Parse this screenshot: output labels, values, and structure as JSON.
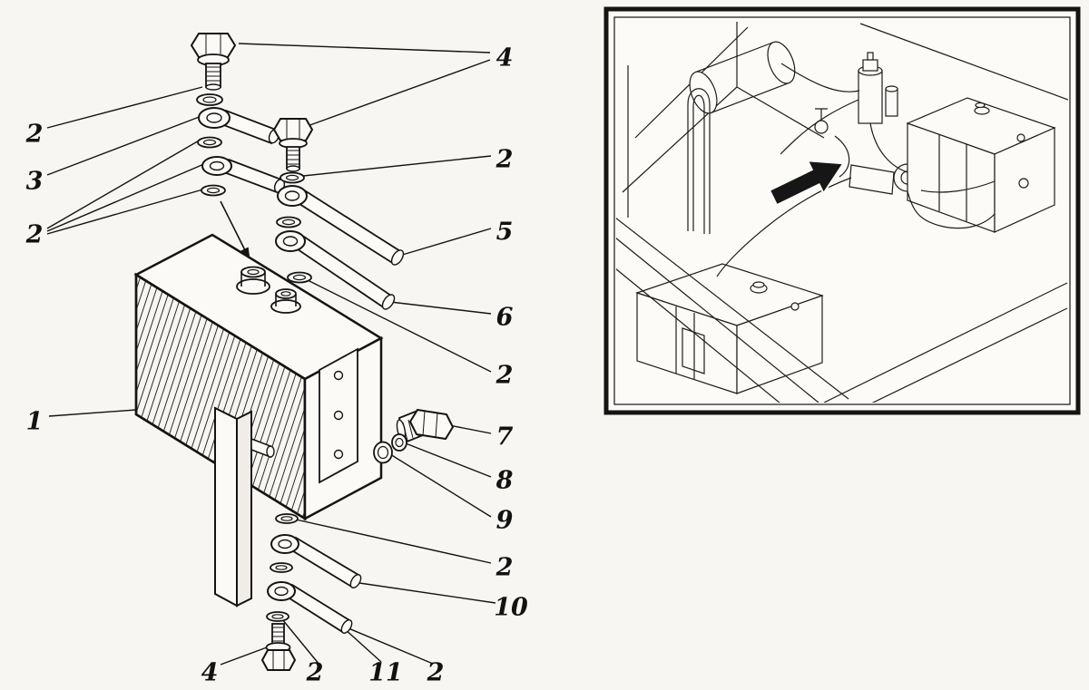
{
  "diagram": {
    "type": "exploded-parts-diagram",
    "panels": {
      "left": "exploded-view-of-tank-and-fittings",
      "right": "installation-location-inset"
    },
    "callouts": [
      {
        "id": "part-4-top",
        "text": "4"
      },
      {
        "id": "part-2-left-1",
        "text": "2"
      },
      {
        "id": "part-3",
        "text": "3"
      },
      {
        "id": "part-2-left-2",
        "text": "2"
      },
      {
        "id": "part-2-right-1",
        "text": "2"
      },
      {
        "id": "part-5",
        "text": "5"
      },
      {
        "id": "part-6",
        "text": "6"
      },
      {
        "id": "part-2-right-2",
        "text": "2"
      },
      {
        "id": "part-1",
        "text": "1"
      },
      {
        "id": "part-7",
        "text": "7"
      },
      {
        "id": "part-8",
        "text": "8"
      },
      {
        "id": "part-9",
        "text": "9"
      },
      {
        "id": "part-2-right-3",
        "text": "2"
      },
      {
        "id": "part-10",
        "text": "10"
      },
      {
        "id": "part-4-bottom",
        "text": "4"
      },
      {
        "id": "part-2-bottom-1",
        "text": "2"
      },
      {
        "id": "part-11",
        "text": "11"
      },
      {
        "id": "part-2-bottom-2",
        "text": "2"
      }
    ]
  },
  "colors": {
    "ink": "#141414",
    "paper": "#f7f6f2"
  }
}
